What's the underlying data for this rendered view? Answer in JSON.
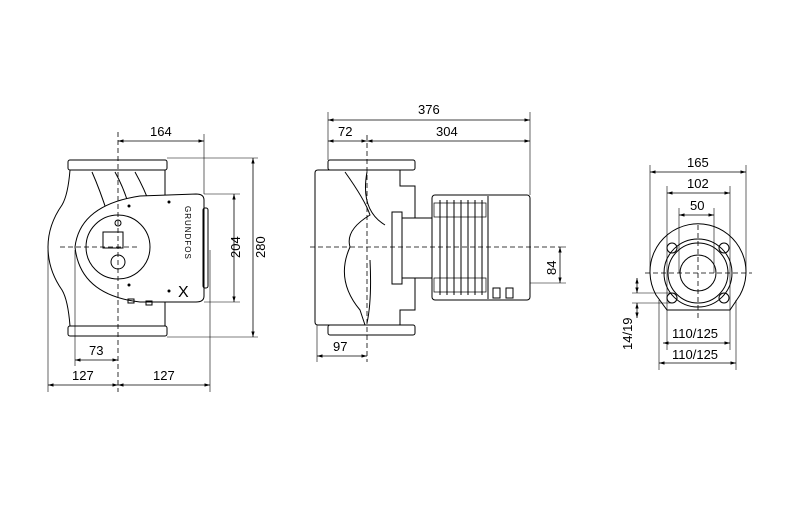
{
  "front_view": {
    "dims": {
      "width_right": "164",
      "height_box": "204",
      "height_total": "280",
      "offset": "73",
      "half_left": "127",
      "half_right": "127"
    },
    "logo": "GRUNDFOS X"
  },
  "side_view": {
    "dims": {
      "total_length": "376",
      "flange_offset": "72",
      "motor_length": "304",
      "motor_offset": "84",
      "pipe_half": "97"
    }
  },
  "flange_view": {
    "dims": {
      "outer": "165",
      "bolt": "102",
      "bore": "50",
      "hole": "14/19",
      "pcd_1": "110/125",
      "pcd_2": "110/125"
    }
  },
  "colors": {
    "line": "#000000",
    "background": "#ffffff"
  }
}
